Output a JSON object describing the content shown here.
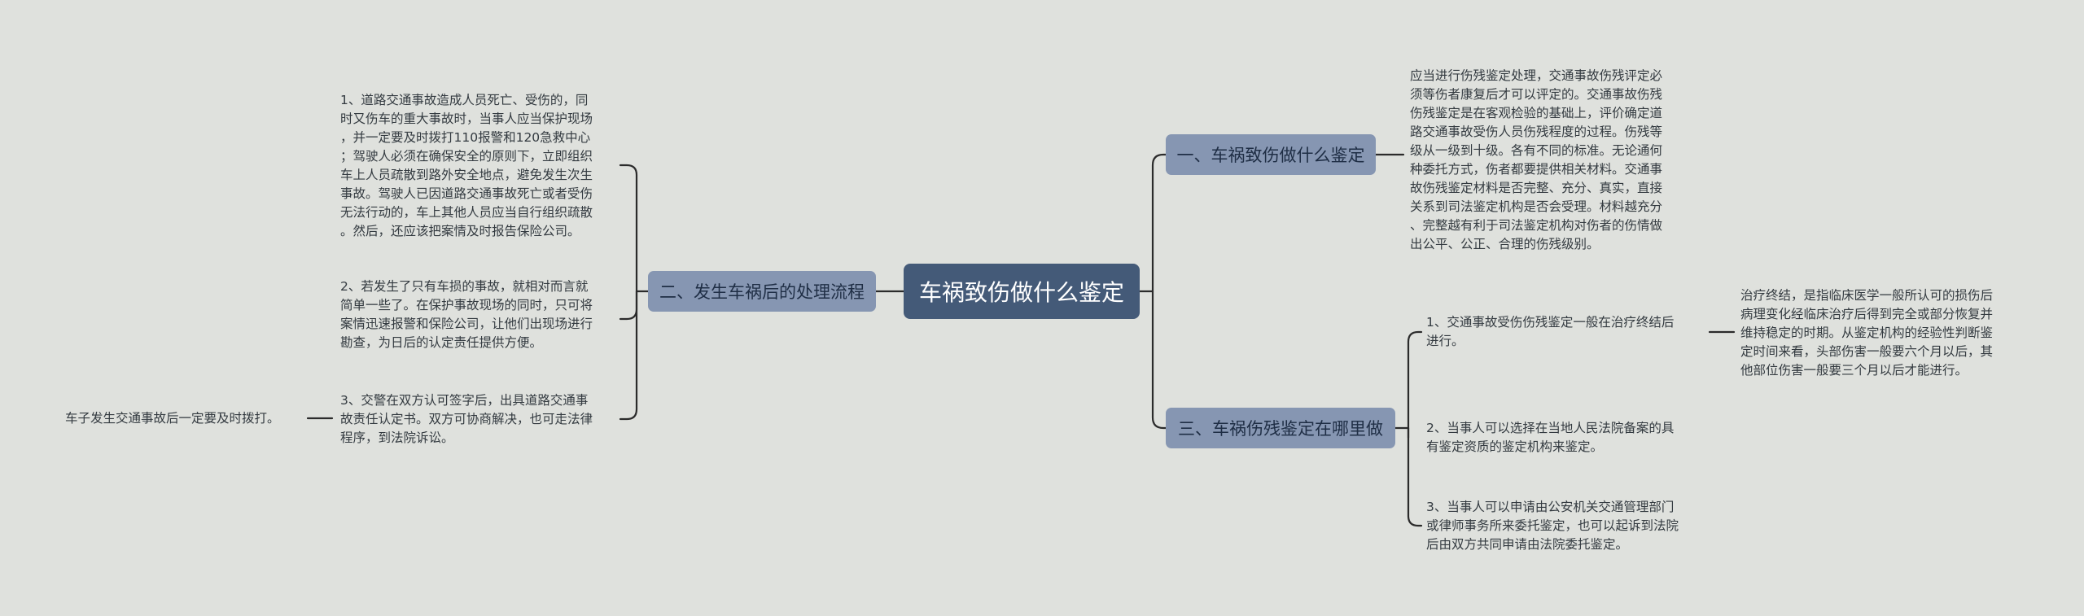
{
  "root": {
    "title": "车祸致伤做什么鉴定"
  },
  "branches": {
    "b1": {
      "label": "一、车祸致伤做什么鉴定"
    },
    "b2": {
      "label": "二、发生车祸后的处理流程"
    },
    "b3": {
      "label": "三、车祸伤残鉴定在哪里做"
    }
  },
  "leaves": {
    "b1_detail": "应当进行伤残鉴定处理，交通事故伤残评定必\n须等伤者康复后才可以评定的。交通事故伤残\n伤残鉴定是在客观检验的基础上，评价确定道\n路交通事故受伤人员伤残程度的过程。伤残等\n级从一级到十级。各有不同的标准。无论通何\n种委托方式，伤者都要提供相关材料。交通事\n故伤残鉴定材料是否完整、充分、真实，直接\n关系到司法鉴定机构是否会受理。材料越充分\n、完整越有利于司法鉴定机构对伤者的伤情做\n出公平、公正、合理的伤残级别。",
    "b2_item1": "1、道路交通事故造成人员死亡、受伤的，同\n时又伤车的重大事故时，当事人应当保护现场\n，并一定要及时拨打110报警和120急救中心\n；驾驶人必须在确保安全的原则下，立即组织\n车上人员疏散到路外安全地点，避免发生次生\n事故。驾驶人已因道路交通事故死亡或者受伤\n无法行动的，车上其他人员应当自行组织疏散\n。然后，还应该把案情及时报告保险公司。",
    "b2_item2": "2、若发生了只有车损的事故，就相对而言就\n简单一些了。在保护事故现场的同时，只可将\n案情迅速报警和保险公司，让他们出现场进行\n勘查，为日后的认定责任提供方便。",
    "b2_item3": "3、交警在双方认可签字后，出具道路交通事\n故责任认定书。双方可协商解决，也可走法律\n程序，到法院诉讼。",
    "b2_item3_child": "车子发生交通事故后一定要及时拨打。",
    "b3_item1": "1、交通事故受伤伤残鉴定一般在治疗终结后\n进行。",
    "b3_item1_child": "治疗终结，是指临床医学一般所认可的损伤后\n病理变化经临床治疗后得到完全或部分恢复并\n维持稳定的时期。从鉴定机构的经验性判断鉴\n定时间来看，头部伤害一般要六个月以后，其\n他部位伤害一般要三个月以后才能进行。",
    "b3_item2": "2、当事人可以选择在当地人民法院备案的具\n有鉴定资质的鉴定机构来鉴定。",
    "b3_item3": "3、当事人可以申请由公安机关交通管理部门\n或律师事务所来委托鉴定，也可以起诉到法院\n后由双方共同申请由法院委托鉴定。"
  },
  "colors": {
    "background": "#dfe1dd",
    "root": "#445a78",
    "branch": "#8696b2",
    "line": "#2b2b2b"
  }
}
